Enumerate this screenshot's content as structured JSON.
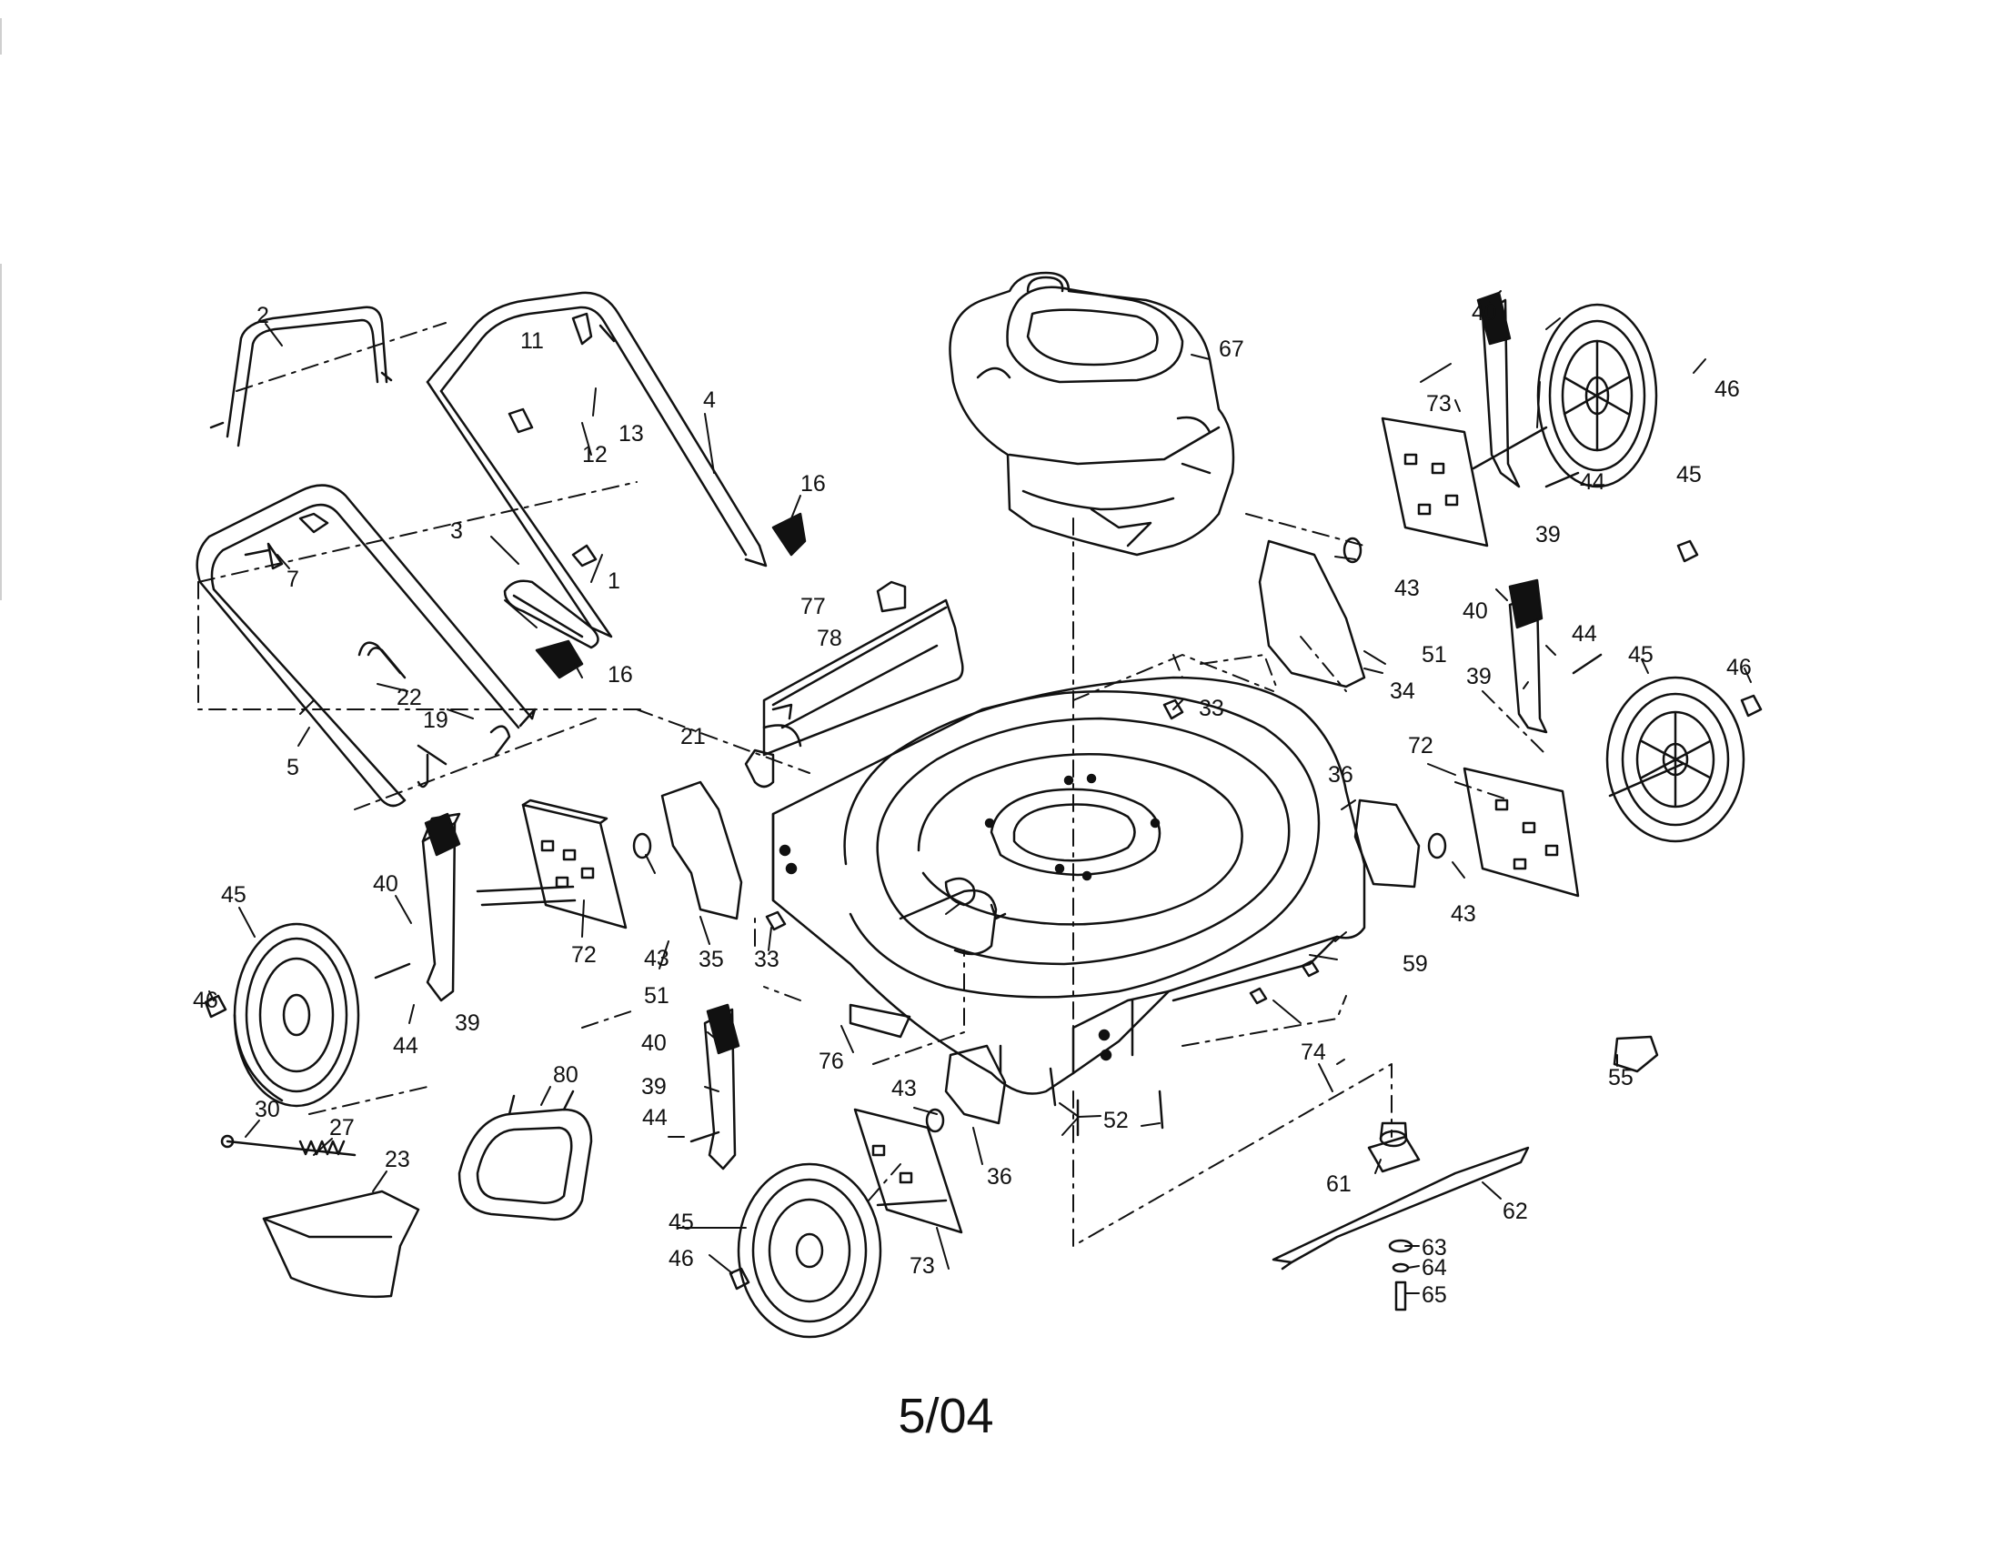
{
  "footer": {
    "date_code": "5/04"
  },
  "callouts": {
    "c1": "1",
    "c2": "2",
    "c3": "3",
    "c4": "4",
    "c5": "5",
    "c7": "7",
    "c11": "11",
    "c12": "12",
    "c13": "13",
    "c16a": "16",
    "c16b": "16",
    "c19": "19",
    "c21": "21",
    "c22": "22",
    "c23": "23",
    "c27": "27",
    "c30": "30",
    "c33a": "33",
    "c33b": "33",
    "c34": "34",
    "c35": "35",
    "c36a": "36",
    "c36b": "36",
    "c39a": "39",
    "c39b": "39",
    "c39c": "39",
    "c39d": "39",
    "c40a": "40",
    "c40b": "40",
    "c40c": "40",
    "c40d": "40",
    "c43a": "43",
    "c43b": "43",
    "c43c": "43",
    "c43d": "43",
    "c44a": "44",
    "c44b": "44",
    "c44c": "44",
    "c44d": "44",
    "c45a": "45",
    "c45b": "45",
    "c45c": "45",
    "c45d": "45",
    "c46a": "46",
    "c46b": "46",
    "c46c": "46",
    "c46d": "46",
    "c51a": "51",
    "c51b": "51",
    "c52": "52",
    "c55": "55",
    "c59": "59",
    "c61": "61",
    "c62": "62",
    "c63": "63",
    "c64": "64",
    "c65": "65",
    "c67": "67",
    "c72a": "72",
    "c72b": "72",
    "c73a": "73",
    "c73b": "73",
    "c74": "74",
    "c76": "76",
    "c77": "77",
    "c78": "78",
    "c80": "80"
  }
}
